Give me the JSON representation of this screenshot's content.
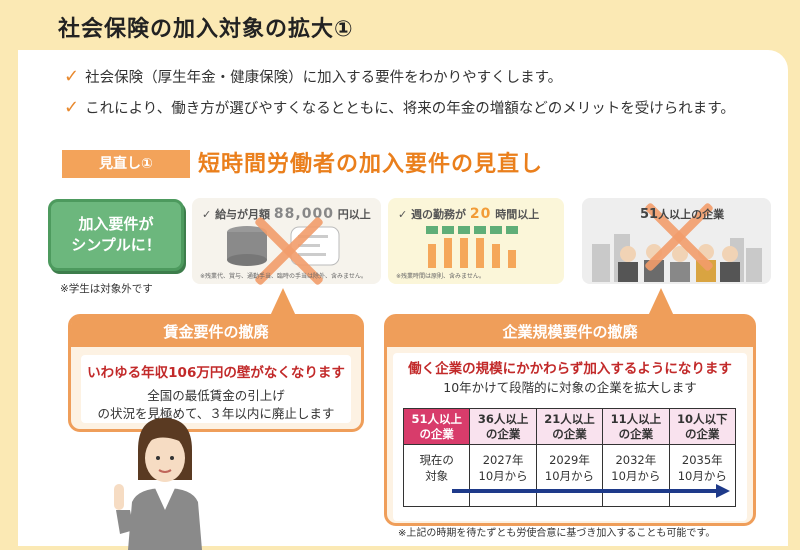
{
  "header": {
    "title": "社会保険の加入対象の拡大①"
  },
  "bullets": [
    "社会保険（厚生年金・健康保険）に加入する要件をわかりやすくします。",
    "これにより、働き方が選びやすくなるとともに、将来の年金の増額などのメリットを受けられます。"
  ],
  "section": {
    "badge": "見直し①",
    "heading": "短時間労働者の加入要件の見直し"
  },
  "requirement_box": {
    "line1": "加入要件が",
    "line2": "シンプルに！",
    "note": "※学生は対象外です"
  },
  "cards": {
    "wage": {
      "label_prefix": "給与が月額",
      "label_big": "88,000",
      "label_suffix": "円以上",
      "note": "※残業代、賞与、通勤手当、臨時の手当は除外、含みません。"
    },
    "hours": {
      "label_prefix": "週の勤務が",
      "label_big": "20",
      "label_suffix": "時間以上",
      "note": "※残業時間は原則、含みません。"
    },
    "company": {
      "label_big": "51",
      "label_suffix": "人以上の企業"
    }
  },
  "wage_panel": {
    "title": "賃金要件の撤廃",
    "highlight": "いわゆる年収106万円の壁がなくなります",
    "body_line1": "全国の最低賃金の引上げ",
    "body_line2": "の状況を見極めて、３年以内に廃止します"
  },
  "company_panel": {
    "title": "企業規模要件の撤廃",
    "highlight": "働く企業の規模にかかわらず加入するようになります",
    "body": "10年かけて段階的に対象の企業を拡大します",
    "columns": [
      {
        "header": [
          "51人以上",
          "の企業"
        ],
        "when": [
          "現在の",
          "対象"
        ]
      },
      {
        "header": [
          "36人以上",
          "の企業"
        ],
        "when": [
          "2027年",
          "10月から"
        ]
      },
      {
        "header": [
          "21人以上",
          "の企業"
        ],
        "when": [
          "2029年",
          "10月から"
        ]
      },
      {
        "header": [
          "11人以上",
          "の企業"
        ],
        "when": [
          "2032年",
          "10月から"
        ]
      },
      {
        "header": [
          "10人以下",
          "の企業"
        ],
        "when": [
          "2035年",
          "10月から"
        ]
      }
    ],
    "footnote": "※上記の時期を待たずとも労使合意に基づき加入することも可能です。"
  },
  "colors": {
    "background": "#fbe9b4",
    "accent_orange": "#ea7f1c",
    "green": "#6cb77d",
    "red_text": "#c22a2a",
    "first_column": "#d83c6b",
    "timeline": "#1e3a8a"
  }
}
